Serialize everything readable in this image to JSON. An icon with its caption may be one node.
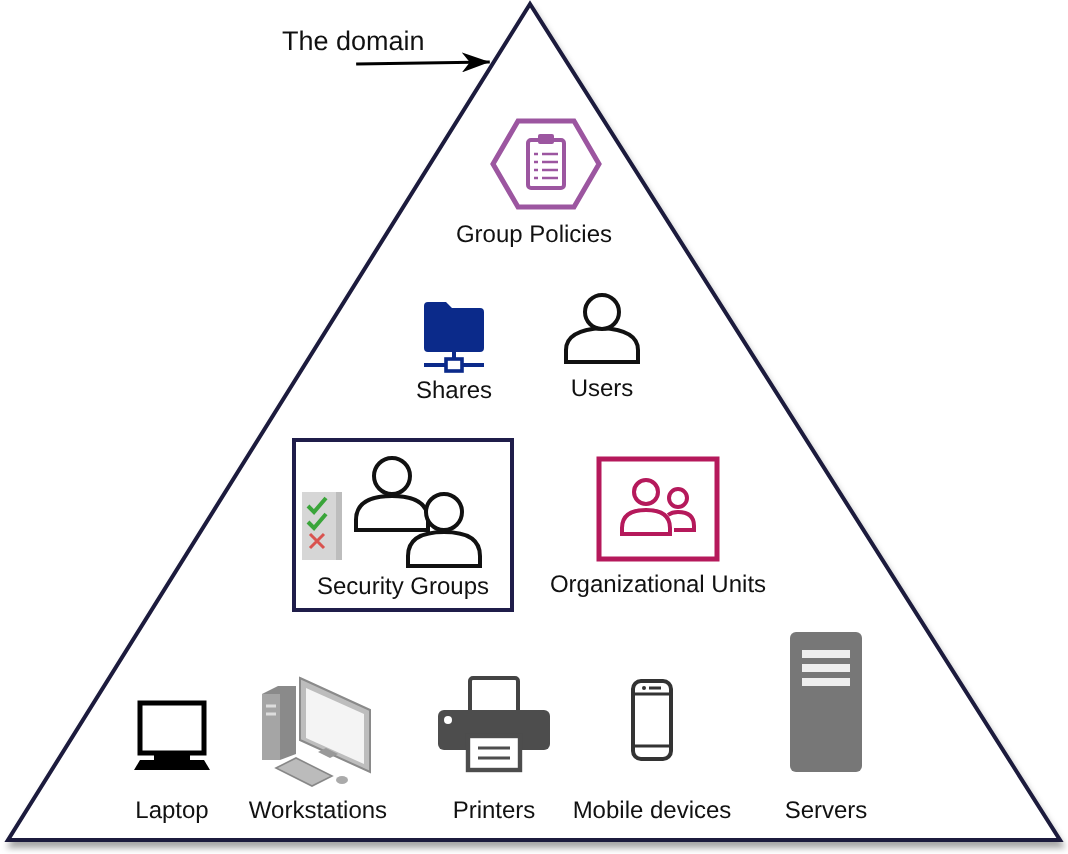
{
  "diagram": {
    "nodes": [
      {
        "text": [
          "The domain"
        ]
      },
      {
        "text": [],
        "shape": "triangle"
      },
      {
        "text": [
          "Group Policies"
        ],
        "in": 1
      },
      {
        "text": [
          "Shares"
        ],
        "in": 1
      },
      {
        "text": [
          "Users"
        ],
        "in": 1
      },
      {
        "text": [
          "Security Groups"
        ],
        "in": 1
      },
      {
        "text": [
          "Organizational Units"
        ],
        "in": 1
      },
      {
        "text": [
          "Laptop"
        ],
        "in": 1
      },
      {
        "text": [
          "Workstations"
        ],
        "in": 1
      },
      {
        "text": [
          "Printers"
        ],
        "in": 1
      },
      {
        "text": [
          "Mobile devices"
        ],
        "in": 1
      },
      {
        "text": [
          "Servers"
        ],
        "in": 1
      }
    ],
    "edges": [
      {
        "from": 0,
        "to": 1,
        "arrow": "to"
      }
    ]
  }
}
